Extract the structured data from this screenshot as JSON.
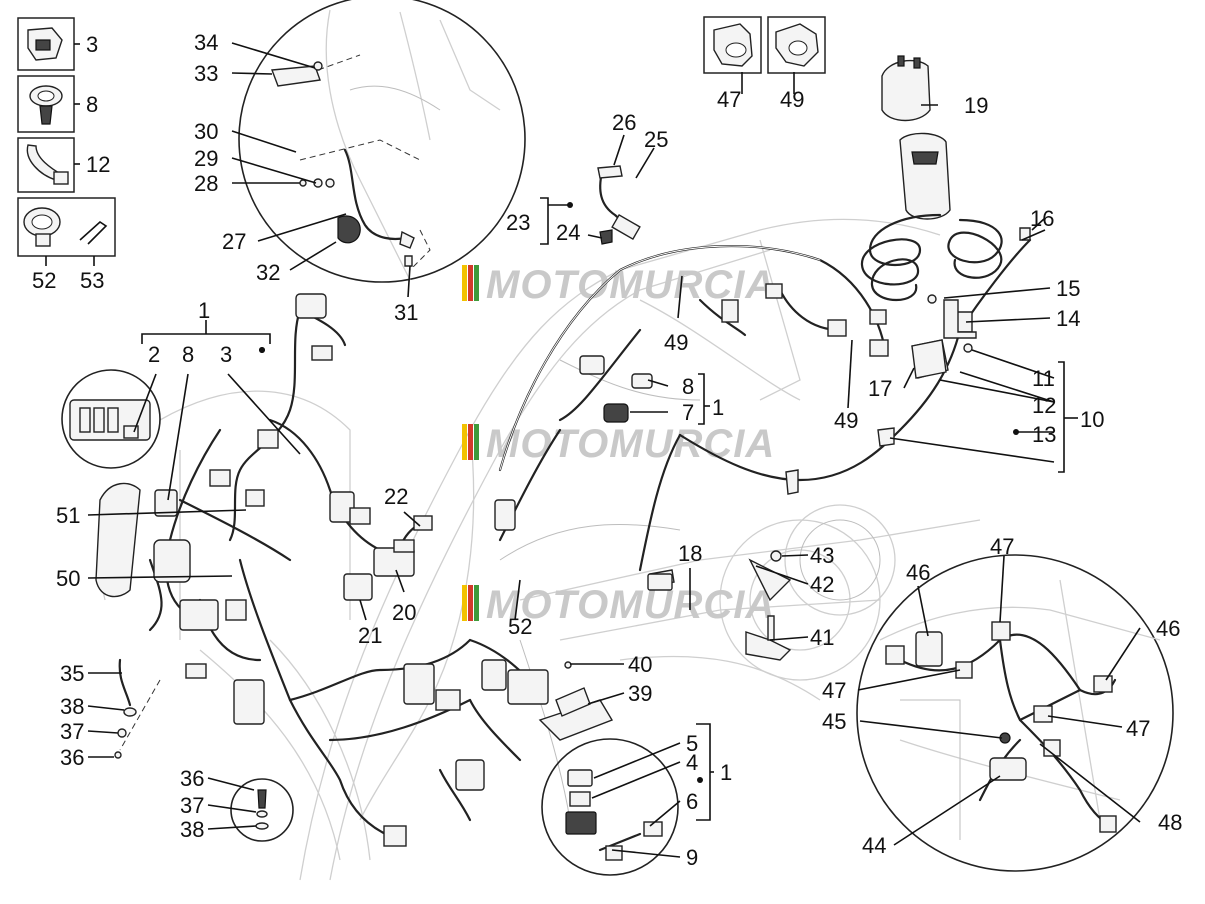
{
  "diagram": {
    "callouts": [
      "1",
      "2",
      "3",
      "4",
      "5",
      "6",
      "7",
      "8",
      "9",
      "10",
      "11",
      "12",
      "13",
      "14",
      "15",
      "16",
      "17",
      "18",
      "19",
      "20",
      "21",
      "22",
      "23",
      "24",
      "25",
      "26",
      "27",
      "28",
      "29",
      "30",
      "31",
      "32",
      "33",
      "34",
      "35",
      "36",
      "37",
      "38",
      "39",
      "40",
      "41",
      "42",
      "43",
      "44",
      "45",
      "46",
      "47",
      "48",
      "49",
      "50",
      "51",
      "52",
      "53"
    ],
    "watermark": "MOTOMURCIA",
    "colors": {
      "line": "#111111",
      "ghost": "#cfcfcf",
      "watermark": "#c9c9c9",
      "stripe_yellow": "#f2c200",
      "stripe_red": "#d23a2a",
      "stripe_green": "#3f9a3a"
    }
  }
}
